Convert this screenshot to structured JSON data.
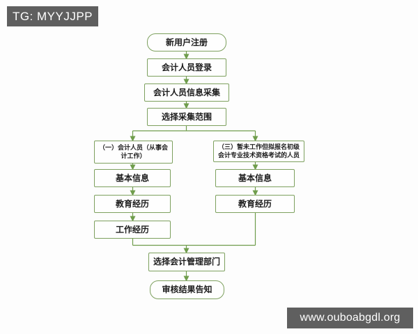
{
  "page": {
    "background": "#fdfdfd",
    "border_color": "#7da05e",
    "arrow_color": "#6f9d4c",
    "badge_background": "#5f5f5f"
  },
  "watermarks": {
    "tg_badge": {
      "label": "TG: MYYJJPP",
      "background": "#5f5f5f",
      "text_color": "#ffffff"
    },
    "site_badge": {
      "label": "www.ouboabgdl.org",
      "background": "#5f5f5f",
      "text_color": "#ffffff"
    }
  },
  "flowchart": {
    "type": "flow-diagram",
    "nodes": {
      "start": {
        "label": "新用户注册",
        "shape": "rounded"
      },
      "login": {
        "label": "会计人员登录",
        "shape": "rect"
      },
      "collect": {
        "label": "会计人员信息采集",
        "shape": "rect"
      },
      "scope": {
        "label": "选择采集范围",
        "shape": "rect"
      },
      "branch_left": {
        "label": "（一）会计人员（从事会计工作）",
        "shape": "rect"
      },
      "branch_right": {
        "label": "（三）暂未工作但拟报名初级会计专业技术资格考试的人员",
        "shape": "rect"
      },
      "left_basic": {
        "label": "基本信息",
        "shape": "rect"
      },
      "left_edu": {
        "label": "教育经历",
        "shape": "rect"
      },
      "left_work": {
        "label": "工作经历",
        "shape": "rect"
      },
      "right_basic": {
        "label": "基本信息",
        "shape": "rect"
      },
      "right_edu": {
        "label": "教育经历",
        "shape": "rect"
      },
      "dept": {
        "label": "选择会计管理部门",
        "shape": "rect"
      },
      "result": {
        "label": "审核结果告知",
        "shape": "rounded"
      }
    },
    "edges": [
      "start -> login",
      "login -> collect",
      "collect -> scope",
      "scope -> branch_left",
      "scope -> branch_right",
      "branch_left -> left_basic",
      "left_basic -> left_edu",
      "left_edu -> left_work",
      "branch_right -> right_basic",
      "right_basic -> right_edu",
      "left_work -> dept",
      "right_edu -> dept",
      "dept -> result"
    ]
  }
}
